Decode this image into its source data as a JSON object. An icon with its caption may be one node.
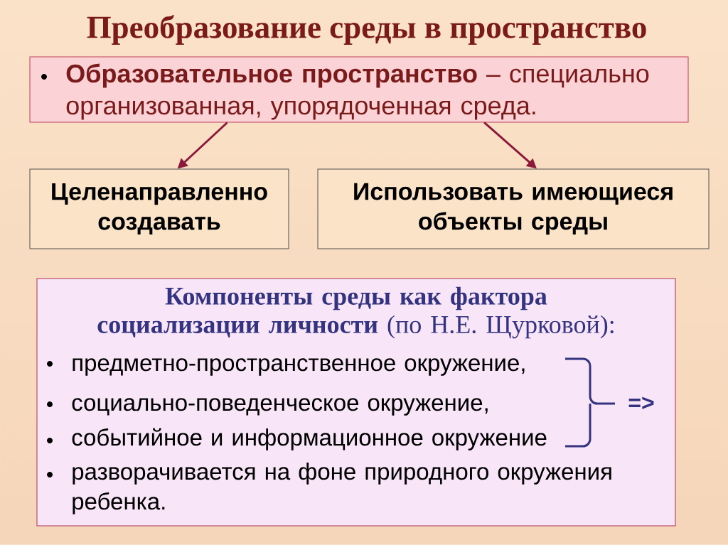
{
  "diagram": {
    "title": "Преобразование среды в пространство",
    "nodes": [
      {
        "text": [
          "**Образовательное пространство** – специально организованная, упорядоченная среда."
        ]
      },
      {
        "text": [
          "Целенаправленно создавать"
        ]
      },
      {
        "text": [
          "Использовать имеющиеся объекты среды"
        ]
      },
      {
        "text": [
          "**Компоненты среды как фактора социализации личности** (по Н.Е. Щурковой):",
          "предметно-пространственное окружение,",
          "социально-поведенческое окружение,",
          "событийное и информационное окружение",
          "разворачивается на фоне природного окружения ребенка."
        ]
      }
    ],
    "edges": [
      {
        "from": 0,
        "to": 1,
        "arrow": "to"
      },
      {
        "from": 0,
        "to": 2,
        "arrow": "to"
      }
    ],
    "labels": [
      "=>"
    ]
  }
}
